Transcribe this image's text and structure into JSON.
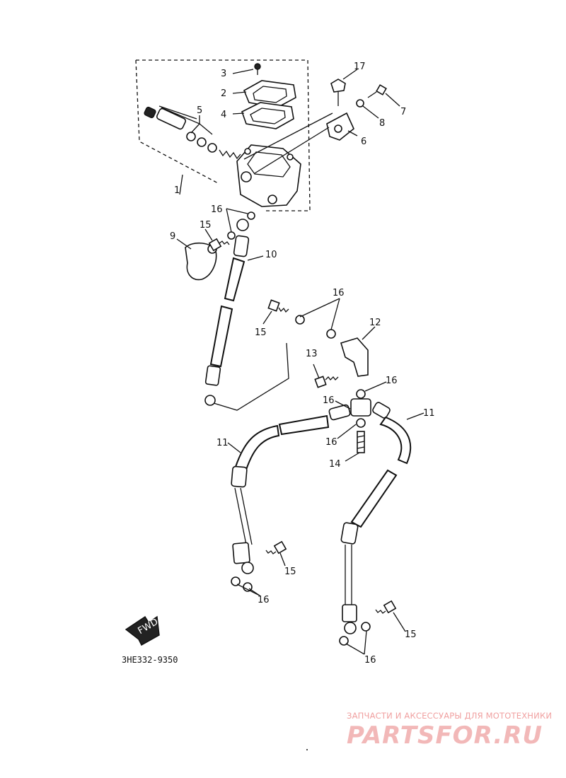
{
  "diagram": {
    "drawing_code": "3HE332-9350",
    "fwd_marker": "FWD",
    "callouts": {
      "c1": "1",
      "c2": "2",
      "c3": "3",
      "c4": "4",
      "c5": "5",
      "c6": "6",
      "c7": "7",
      "c8": "8",
      "c9": "9",
      "c10": "10",
      "c11a": "11",
      "c11b": "11",
      "c12": "12",
      "c13": "13",
      "c14": "14",
      "c15a": "15",
      "c15b": "15",
      "c15c": "15",
      "c15d": "15",
      "c16a": "16",
      "c16b": "16",
      "c16c": "16",
      "c16d": "16",
      "c16e": "16",
      "c16f": "16",
      "c16g": "16",
      "c17": "17"
    }
  },
  "watermark": {
    "subtitle": "ЗАПЧАСТИ И АКСЕССУАРЫ ДЛЯ МОТОТЕХНИКИ",
    "logo": "PARTSFOR.RU"
  }
}
